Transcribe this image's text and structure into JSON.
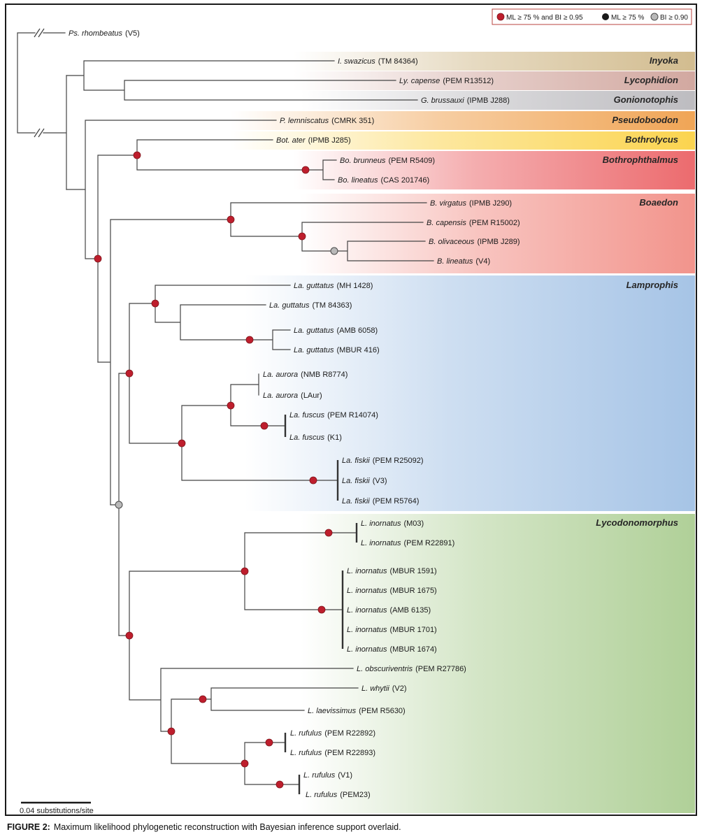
{
  "legend": {
    "items": [
      {
        "label": "ML ≥ 75 % and BI ≥ 0.95",
        "marker": "red-dot",
        "color": "#be1e2d"
      },
      {
        "label": "ML ≥ 75 %",
        "marker": "black-dot",
        "color": "#1a1a1a"
      },
      {
        "label": "BI ≥ 0.90",
        "marker": "gray-dot",
        "color": "#b9b9b9"
      }
    ]
  },
  "colors": {
    "red_node": "#be1e2d",
    "gray_node": "#b9b9b9",
    "tree_line": "#444444"
  },
  "scale_bar": {
    "label": "0.04 substitutions/site"
  },
  "caption": {
    "prefix": "FIGURE 2:",
    "text": "Maximum likelihood phylogenetic reconstruction with Bayesian inference support overlaid."
  },
  "genera": [
    {
      "name": "Inyoka",
      "color": "#d2bc8f"
    },
    {
      "name": "Lycophidion",
      "color": "#d2a8a0"
    },
    {
      "name": "Gonionotophis",
      "color": "#bdbcc0"
    },
    {
      "name": "Pseudoboodon",
      "color": "#f0a556"
    },
    {
      "name": "Bothrolycus",
      "color": "#fbd44f"
    },
    {
      "name": "Bothrophthalmus",
      "color": "#ec6b6e"
    },
    {
      "name": "Boaedon",
      "color": "#f2948c"
    },
    {
      "name": "Lamprophis",
      "color": "#a6c4e6"
    },
    {
      "name": "Lycodonomorphus",
      "color": "#b0d098"
    }
  ],
  "tips": [
    {
      "name": "Ps. rhombeatus",
      "voucher": "(V5)"
    },
    {
      "name": "I. swazicus",
      "voucher": "(TM 84364)"
    },
    {
      "name": "Ly. capense",
      "voucher": "(PEM R13512)"
    },
    {
      "name": "G. brussauxi",
      "voucher": "(IPMB J288)"
    },
    {
      "name": "P. lemniscatus",
      "voucher": "(CMRK 351)"
    },
    {
      "name": "Bot. ater",
      "voucher": "(IPMB J285)"
    },
    {
      "name": "Bo. brunneus",
      "voucher": "(PEM R5409)"
    },
    {
      "name": "Bo. lineatus",
      "voucher": "(CAS 201746)"
    },
    {
      "name": "B. virgatus",
      "voucher": "(IPMB J290)"
    },
    {
      "name": "B. capensis",
      "voucher": "(PEM R15002)"
    },
    {
      "name": "B. olivaceous",
      "voucher": "(IPMB J289)"
    },
    {
      "name": "B. lineatus",
      "voucher": "(V4)"
    },
    {
      "name": "La. guttatus",
      "voucher": "(MH 1428)"
    },
    {
      "name": "La. guttatus",
      "voucher": "(TM 84363)"
    },
    {
      "name": "La. guttatus",
      "voucher": "(AMB 6058)"
    },
    {
      "name": "La. guttatus",
      "voucher": "(MBUR 416)"
    },
    {
      "name": "La. aurora",
      "voucher": "(NMB R8774)"
    },
    {
      "name": "La. aurora",
      "voucher": "(LAur)"
    },
    {
      "name": "La. fuscus",
      "voucher": "(PEM R14074)"
    },
    {
      "name": "La. fuscus",
      "voucher": "(K1)"
    },
    {
      "name": "La. fiskii",
      "voucher": "(PEM R25092)"
    },
    {
      "name": "La. fiskii",
      "voucher": "(V3)"
    },
    {
      "name": "La. fiskii",
      "voucher": "(PEM R5764)"
    },
    {
      "name": "L. inornatus",
      "voucher": "(M03)"
    },
    {
      "name": "L. inornatus",
      "voucher": "(PEM R22891)"
    },
    {
      "name": "L. inornatus",
      "voucher": "(MBUR 1591)"
    },
    {
      "name": "L. inornatus",
      "voucher": "(MBUR 1675)"
    },
    {
      "name": "L. inornatus",
      "voucher": "(AMB 6135)"
    },
    {
      "name": "L. inornatus",
      "voucher": "(MBUR 1701)"
    },
    {
      "name": "L. inornatus",
      "voucher": "(MBUR 1674)"
    },
    {
      "name": "L. obscuriventris",
      "voucher": "(PEM R27786)"
    },
    {
      "name": "L. whytii",
      "voucher": "(V2)"
    },
    {
      "name": "L. laevissimus",
      "voucher": "(PEM R5630)"
    },
    {
      "name": "L. rufulus",
      "voucher": "(PEM R22892)"
    },
    {
      "name": "L. rufulus",
      "voucher": "(PEM R22893)"
    },
    {
      "name": "L. rufulus",
      "voucher": "(V1)"
    },
    {
      "name": "L. rufulus",
      "voucher": "(PEM23)"
    }
  ]
}
